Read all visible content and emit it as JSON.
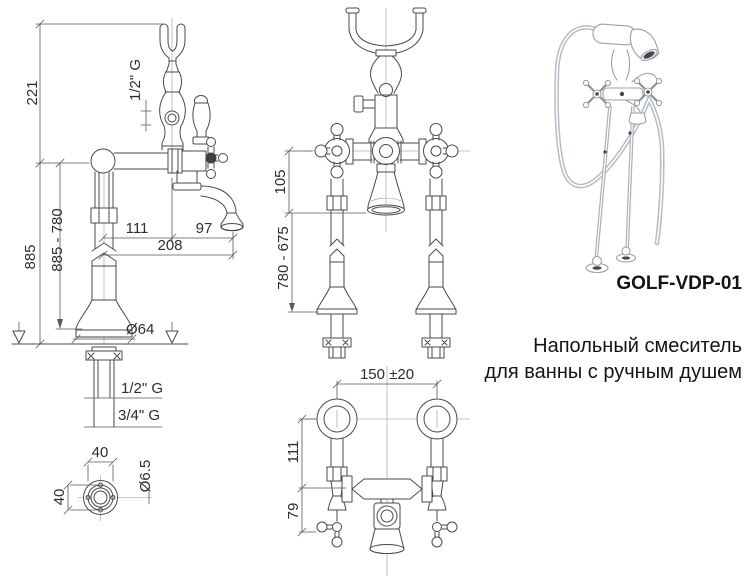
{
  "product": {
    "code": "GOLF-VDP-01",
    "name_line1": "Напольный смеситель",
    "name_line2": "для ванны с ручным душем"
  },
  "side_view": {
    "dims": {
      "upper_section_height": "221",
      "overall_height": "885",
      "height_range": "885 - 780",
      "handshower_connection": "1/2\" G",
      "spout_axis_offset": "111",
      "spout_overhang": "97",
      "spout_reach": "208",
      "base_diameter": "Ø64",
      "inlet_connection": "1/2\" G",
      "outlet_connection": "3/4\" G"
    }
  },
  "base_flange_detail": {
    "dims": {
      "hole_spacing_horizontal": "40",
      "hole_spacing_vertical": "40",
      "hole_diameter": "Ø6.5"
    }
  },
  "front_view": {
    "dims": {
      "handle_to_spout_drop": "105",
      "column_height_range": "780 - 675"
    }
  },
  "top_view": {
    "dims": {
      "inlet_centers_distance": "150 ±20",
      "depth_to_body_axis": "111",
      "body_to_handle_depth": "79"
    }
  },
  "colors": {
    "drawing_line": "#4a4a4a",
    "dimension_text": "#2d2d2d",
    "illustration_line": "#9aa1a7",
    "label_text": "#141414"
  }
}
